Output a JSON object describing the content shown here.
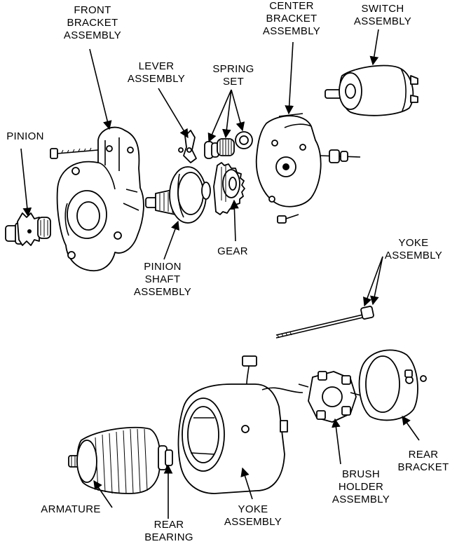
{
  "labels": {
    "front_bracket": [
      "FRONT",
      "BRACKET",
      "ASSEMBLY"
    ],
    "center_bracket": [
      "CENTER",
      "BRACKET",
      "ASSEMBLY"
    ],
    "switch": [
      "SWITCH",
      "ASSEMBLY"
    ],
    "lever": [
      "LEVER",
      "ASSEMBLY"
    ],
    "spring_set": [
      "SPRING",
      "SET"
    ],
    "pinion": [
      "PINION"
    ],
    "gear": [
      "GEAR"
    ],
    "pinion_shaft": [
      "PINION",
      "SHAFT",
      "ASSEMBLY"
    ],
    "yoke_top": [
      "YOKE",
      "ASSEMBLY"
    ],
    "rear_bracket": [
      "REAR",
      "BRACKET"
    ],
    "brush_holder": [
      "BRUSH",
      "HOLDER",
      "ASSEMBLY"
    ],
    "armature": [
      "ARMATURE"
    ],
    "rear_bearing": [
      "REAR",
      "BEARING"
    ],
    "yoke_bottom": [
      "YOKE",
      "ASSEMBLY"
    ]
  }
}
